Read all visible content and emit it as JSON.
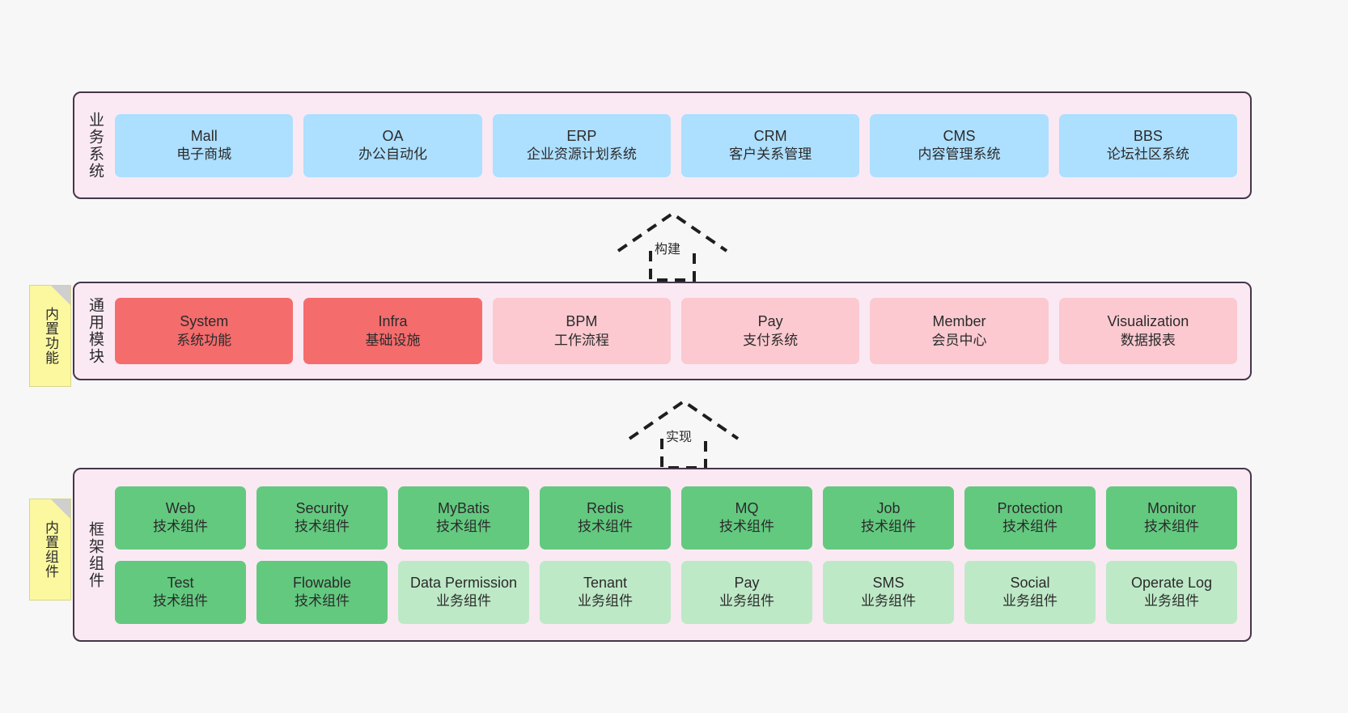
{
  "diagram": {
    "background": "#f7f7f7",
    "accent_border": "#46364a",
    "layer_background": "#fae9f3",
    "note_background": "#fbf8a0",
    "colors": {
      "business": "#addfff",
      "module_core": "#f56c6c",
      "module_optional": "#fcc9d0",
      "tech_component": "#63c97f",
      "biz_component": "#bee9c7"
    }
  },
  "layers": [
    {
      "id": "business",
      "title": "业务系统",
      "rows": [
        {
          "cards": [
            {
              "name": "Mall",
              "desc": "电子商城",
              "color": "c-blue"
            },
            {
              "name": "OA",
              "desc": "办公自动化",
              "color": "c-blue"
            },
            {
              "name": "ERP",
              "desc": "企业资源计划系统",
              "color": "c-blue"
            },
            {
              "name": "CRM",
              "desc": "客户关系管理",
              "color": "c-blue"
            },
            {
              "name": "CMS",
              "desc": "内容管理系统",
              "color": "c-blue"
            },
            {
              "name": "BBS",
              "desc": "论坛社区系统",
              "color": "c-blue"
            }
          ]
        }
      ]
    },
    {
      "id": "modules",
      "title": "通用模块",
      "note": "内置功能",
      "rows": [
        {
          "cards": [
            {
              "name": "System",
              "desc": "系统功能",
              "color": "c-red"
            },
            {
              "name": "Infra",
              "desc": "基础设施",
              "color": "c-red"
            },
            {
              "name": "BPM",
              "desc": "工作流程",
              "color": "c-pink"
            },
            {
              "name": "Pay",
              "desc": "支付系统",
              "color": "c-pink"
            },
            {
              "name": "Member",
              "desc": "会员中心",
              "color": "c-pink"
            },
            {
              "name": "Visualization",
              "desc": "数据报表",
              "color": "c-pink"
            }
          ]
        }
      ]
    },
    {
      "id": "framework",
      "title": "框架组件",
      "note": "内置组件",
      "rows": [
        {
          "cards": [
            {
              "name": "Web",
              "desc": "技术组件",
              "color": "c-green"
            },
            {
              "name": "Security",
              "desc": "技术组件",
              "color": "c-green"
            },
            {
              "name": "MyBatis",
              "desc": "技术组件",
              "color": "c-green"
            },
            {
              "name": "Redis",
              "desc": "技术组件",
              "color": "c-green"
            },
            {
              "name": "MQ",
              "desc": "技术组件",
              "color": "c-green"
            },
            {
              "name": "Job",
              "desc": "技术组件",
              "color": "c-green"
            },
            {
              "name": "Protection",
              "desc": "技术组件",
              "color": "c-green"
            },
            {
              "name": "Monitor",
              "desc": "技术组件",
              "color": "c-green"
            }
          ]
        },
        {
          "cards": [
            {
              "name": "Test",
              "desc": "技术组件",
              "color": "c-green"
            },
            {
              "name": "Flowable",
              "desc": "技术组件",
              "color": "c-green"
            },
            {
              "name": "Data Permission",
              "desc": "业务组件",
              "color": "c-lightgreen"
            },
            {
              "name": "Tenant",
              "desc": "业务组件",
              "color": "c-lightgreen"
            },
            {
              "name": "Pay",
              "desc": "业务组件",
              "color": "c-lightgreen"
            },
            {
              "name": "SMS",
              "desc": "业务组件",
              "color": "c-lightgreen"
            },
            {
              "name": "Social",
              "desc": "业务组件",
              "color": "c-lightgreen"
            },
            {
              "name": "Operate Log",
              "desc": "业务组件",
              "color": "c-lightgreen"
            }
          ]
        }
      ]
    }
  ],
  "connectors": [
    {
      "id": "build",
      "label": "构建",
      "style": "dashed-hollow-generalization",
      "direction": "up"
    },
    {
      "id": "implement",
      "label": "实现",
      "style": "dashed-hollow-generalization",
      "direction": "up"
    }
  ]
}
